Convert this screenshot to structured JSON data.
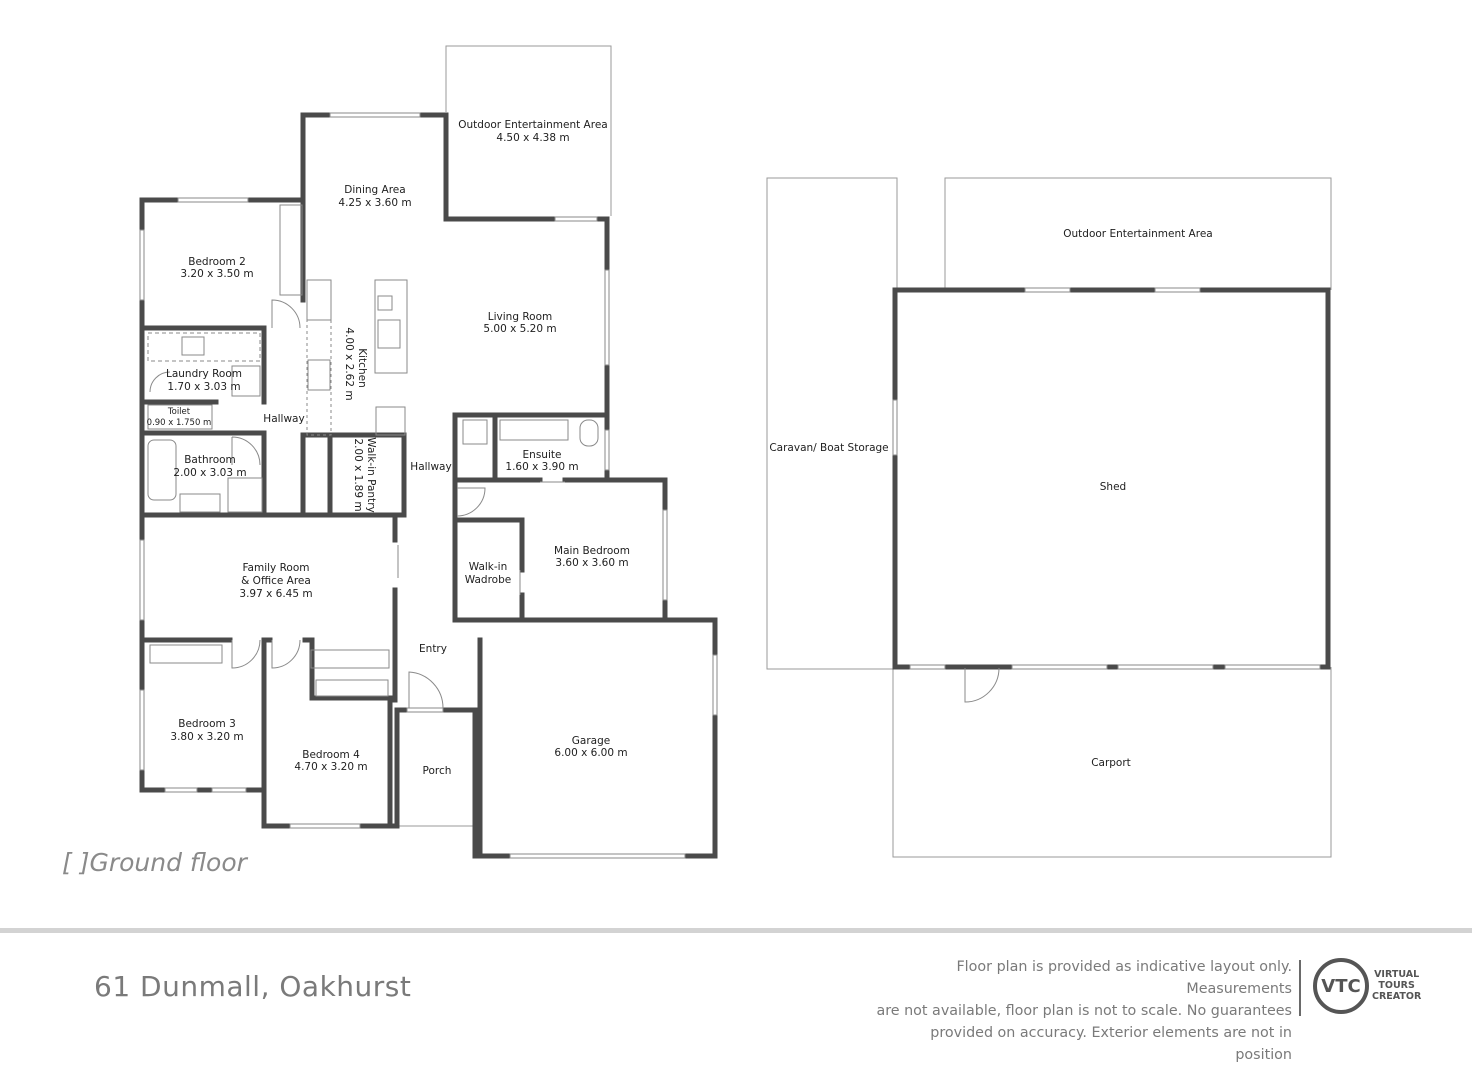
{
  "rooms": {
    "outdoor_entertainment_main": {
      "name": "Outdoor Entertainment Area",
      "size": "4.50 x 4.38 m"
    },
    "dining": {
      "name": "Dining Area",
      "size": "4.25 x 3.60 m"
    },
    "bedroom2": {
      "name": "Bedroom 2",
      "size": "3.20 x 3.50 m"
    },
    "living": {
      "name": "Living Room",
      "size": "5.00 x 5.20 m"
    },
    "kitchen": {
      "name": "Kitchen",
      "size": "4.00 x 2.62 m"
    },
    "laundry": {
      "name": "Laundry Room",
      "size": "1.70 x 3.03 m"
    },
    "toilet": {
      "name": "Toilet",
      "size": "0.90 x 1.750 m"
    },
    "hallway1": {
      "name": "Hallway"
    },
    "bathroom": {
      "name": "Bathroom",
      "size": "2.00 x 3.03 m"
    },
    "pantry": {
      "name": "Walk-in Pantry",
      "size": "2.00 x 1.89 m"
    },
    "hallway2": {
      "name": "Hallway"
    },
    "ensuite": {
      "name": "Ensuite",
      "size": "1.60 x 3.90 m"
    },
    "family": {
      "name1": "Family Room",
      "name2": "& Office Area",
      "size": "3.97 x 6.45 m"
    },
    "wardrobe": {
      "name1": "Walk-in",
      "name2": "Wadrobe"
    },
    "main_bedroom": {
      "name": "Main Bedroom",
      "size": "3.60 x 3.60 m"
    },
    "entry": {
      "name": "Entry"
    },
    "bedroom3": {
      "name": "Bedroom 3",
      "size": "3.80 x 3.20 m"
    },
    "bedroom4": {
      "name": "Bedroom 4",
      "size": "4.70 x 3.20 m"
    },
    "porch": {
      "name": "Porch"
    },
    "garage": {
      "name": "Garage",
      "size": "6.00 x 6.00 m"
    },
    "caravan": {
      "name": "Caravan/ Boat Storage"
    },
    "outdoor_entertainment_shed": {
      "name": "Outdoor Entertainment Area"
    },
    "shed": {
      "name": "Shed"
    },
    "carport": {
      "name": "Carport"
    }
  },
  "floor_label": "[ ]Ground floor",
  "footer": {
    "address": "61 Dunmall, Oakhurst",
    "disclaimer_lines": [
      "Floor plan is provided as indicative layout only. Measurements",
      "are not available, floor plan is not to scale. No guarantees",
      "provided on accuracy. Exterior elements are not in position"
    ],
    "logo_mark": "VTC",
    "logo_words": [
      "VIRTUAL",
      "TOURS",
      "CREATOR"
    ]
  },
  "colors": {
    "wall": "#4a4a4a",
    "text": "#1e1e1e",
    "footer_text": "#7a7a7a",
    "rule": "#d3d3d3"
  }
}
